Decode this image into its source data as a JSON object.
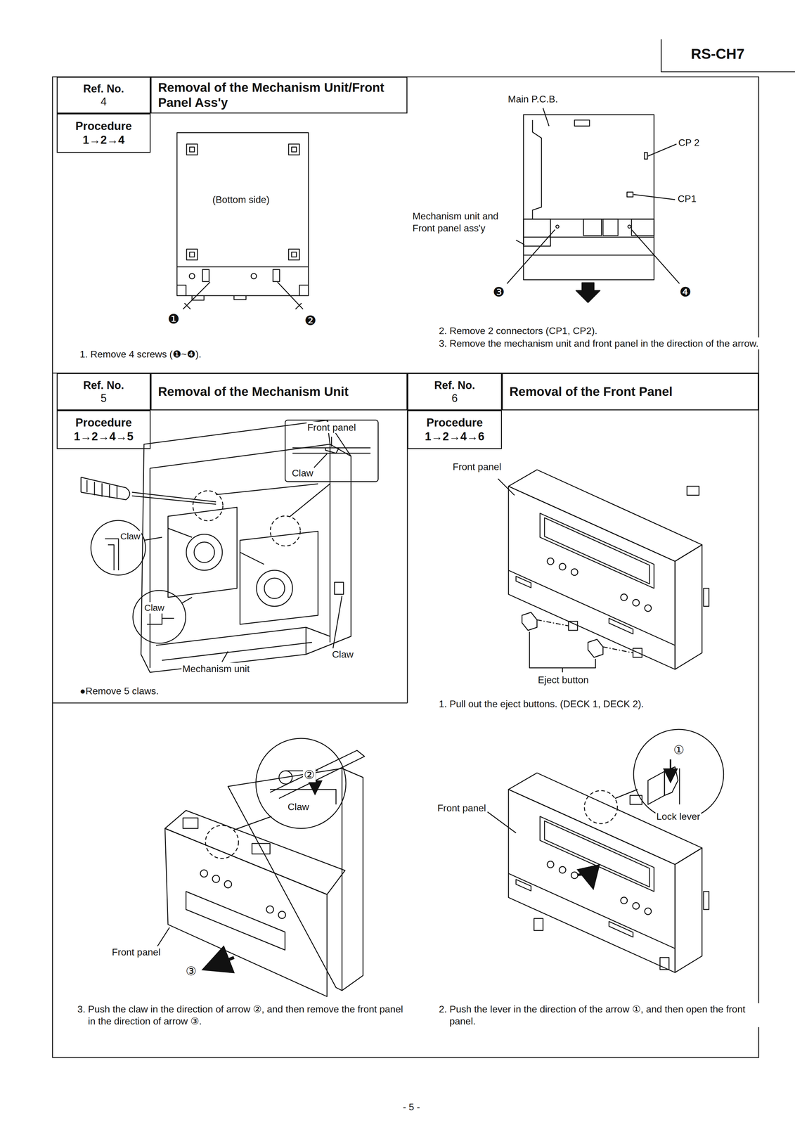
{
  "diagram": {
    "nodes": [
      {
        "text": [
          "Ref. No.",
          "4"
        ]
      },
      {
        "text": [
          "Removal of the Mechanism Unit/Front Panel Ass'y"
        ]
      },
      {
        "text": [
          "Procedure",
          "1→2→4"
        ]
      },
      {
        "text": [
          "Ref. No.",
          "5"
        ]
      },
      {
        "text": [
          "Removal of the Mechanism Unit"
        ]
      },
      {
        "text": [
          "Procedure",
          "1→2→4→5"
        ]
      },
      {
        "text": [
          "Front panel",
          "Claw"
        ]
      },
      {
        "text": [
          "Ref. No.",
          "6"
        ]
      },
      {
        "text": [
          "Removal of the Front Panel"
        ]
      },
      {
        "text": [
          "Procedure",
          "1→2→4→6"
        ]
      }
    ],
    "labels": [
      "RS-CH7",
      "(Bottom side)",
      "❶",
      "❷",
      "1. Remove 4 screws (❶~❹).",
      "Main P.C.B.",
      "CP 2",
      "CP1",
      "Mechanism unit and Front panel ass'y",
      "❸",
      "❹",
      "2. Remove 2 connectors (CP1, CP2).",
      "3. Remove the mechanism unit and front panel in the direction of the arrow.",
      "Claw",
      "Claw",
      "Claw",
      "Mechanism unit",
      "●Remove 5 claws.",
      "Front panel",
      "Eject button",
      "1. Pull out the eject buttons. (DECK 1, DECK 2).",
      "②",
      "Claw",
      "Front panel",
      "③",
      "3. Push the claw in the direction of arrow ②, and then remove the front panel in the direction of arrow ③.",
      "Front panel",
      "①",
      "Lock lever",
      "2. Push the lever in the direction of the arrow ①, and then open the front panel.",
      "- 5 -"
    ]
  }
}
